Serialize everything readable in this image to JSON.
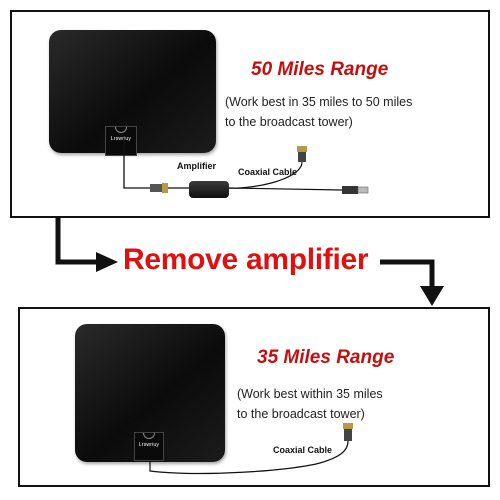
{
  "top_panel": {
    "title": "50 Miles Range",
    "note_line1": "(Work best in 35 miles to 50 miles",
    "note_line2": "to the broadcast tower)",
    "amplifier_label": "Amplifier",
    "cable_label": "Coaxial Cable",
    "brand_label": "Lrswriuy"
  },
  "middle": {
    "remove_text": "Remove amplifier"
  },
  "bottom_panel": {
    "title": "35 Miles Range",
    "note_line1": "(Work best within 35 miles",
    "note_line2": "to the broadcast tower)",
    "cable_label": "Coaxial Cable",
    "brand_label": "Lrswriuy"
  },
  "colors": {
    "title_red": "#c40f0f",
    "remove_red": "#e01010",
    "frame_black": "#111111"
  }
}
